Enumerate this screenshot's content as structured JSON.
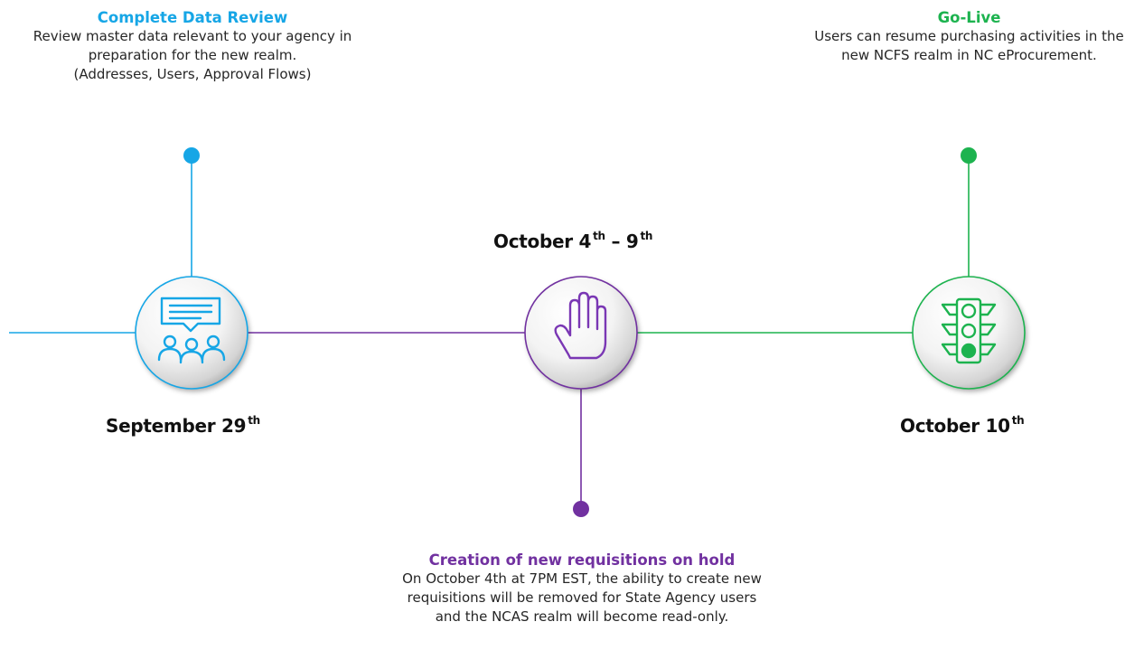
{
  "colors": {
    "blue": "#16a6e6",
    "purple": "#7131a0",
    "green": "#1db34f",
    "hand_purple": "#7a37b4",
    "date_text": "#111111"
  },
  "milestones": [
    {
      "id": "data-review",
      "date_main": "September 29",
      "date_suffix": "th",
      "title": "Complete Data Review",
      "body": "Review master data relevant to your agency in preparation for the new realm.",
      "body_extra": "(Addresses, Users, Approval Flows)",
      "icon": "discussion-people-icon"
    },
    {
      "id": "hold",
      "date_main": "October 4",
      "date_suffix": "th",
      "date_sep": " – ",
      "date_end": "9",
      "date_end_suffix": "th",
      "title": "Creation of new requisitions on hold",
      "body": "On October 4th at 7PM EST, the ability to create new requisitions will be removed for State Agency users and the NCAS realm will become read-only.",
      "icon": "raised-hand-icon"
    },
    {
      "id": "go-live",
      "date_main": "October 10",
      "date_suffix": "th",
      "title": "Go-Live",
      "body": "Users can resume purchasing activities in the new NCFS realm in NC eProcurement.",
      "icon": "traffic-light-icon"
    }
  ]
}
